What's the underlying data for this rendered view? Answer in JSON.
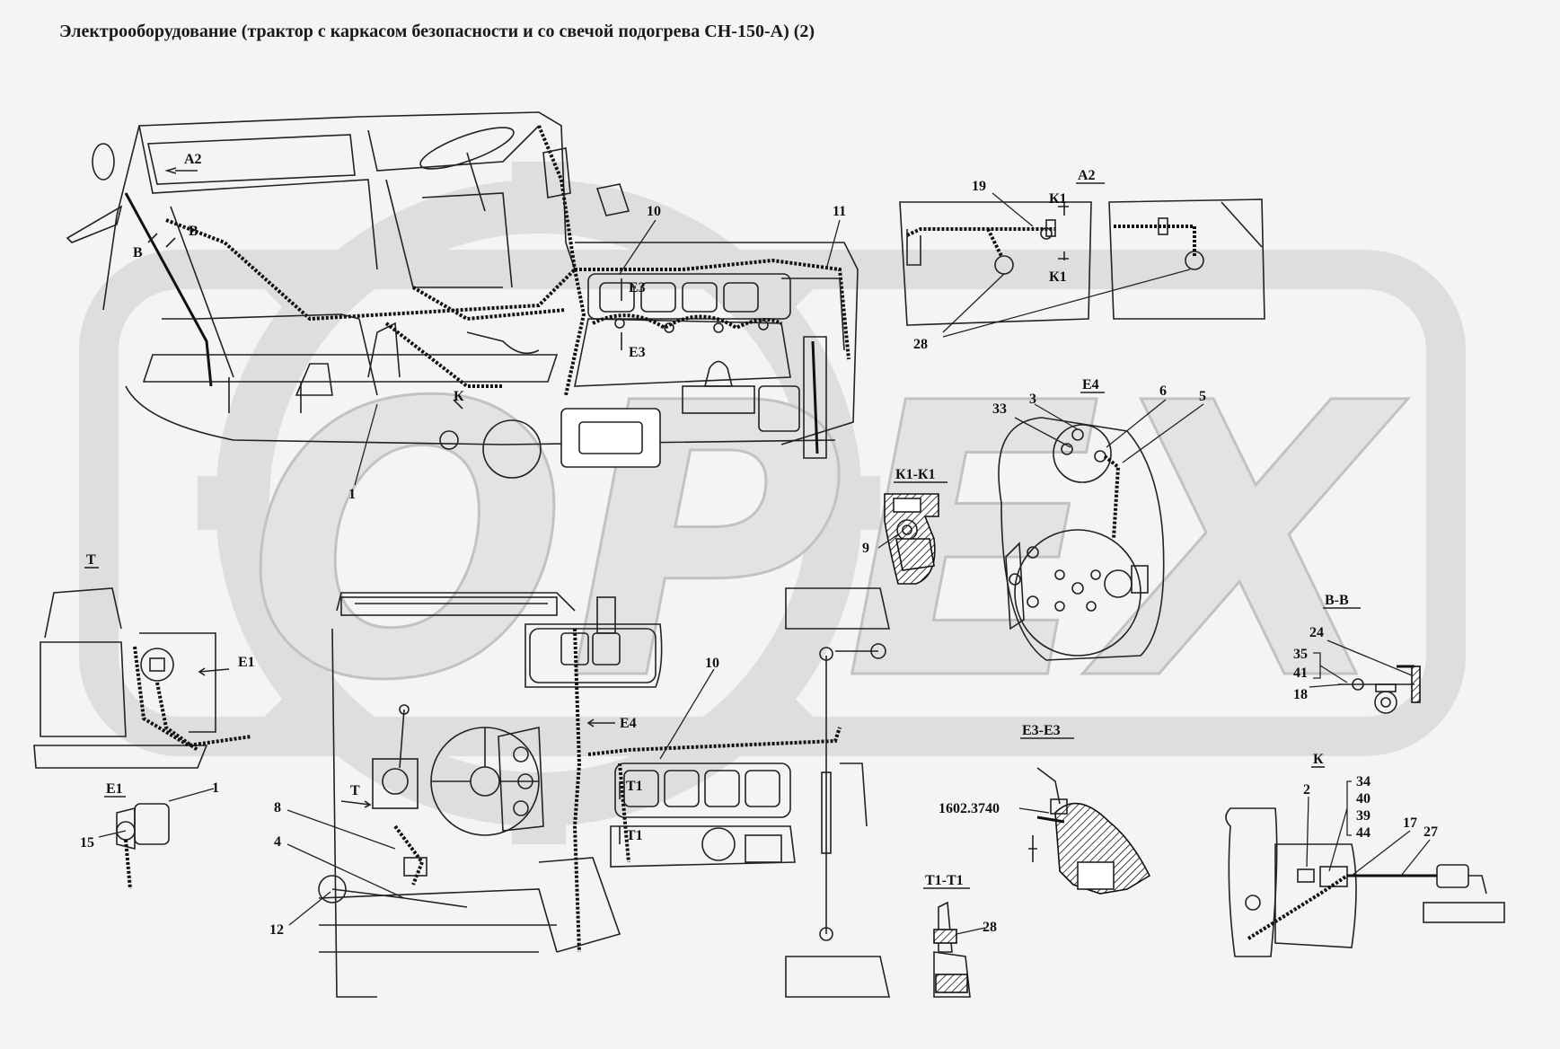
{
  "title": "Электрооборудование  (трактор с каркасом безопасности и со свечой подогрева СН-150-А) (2)",
  "watermark": {
    "text": "OPEX",
    "color": "#d9d9d9"
  },
  "views": {
    "main_top": {
      "labels": [
        "А2",
        "В",
        "В",
        "К",
        "Е3",
        "Е3"
      ]
    },
    "main_bottom": {
      "labels": [
        "Т",
        "Е4",
        "Т1",
        "Т1"
      ]
    },
    "a2": {
      "title": "А2",
      "labels": [
        "К1",
        "К1"
      ]
    },
    "e4": {
      "title": "Е4"
    },
    "k1k1": {
      "title": "К1-К1"
    },
    "t": {
      "title": "Т",
      "labels": [
        "Е1"
      ]
    },
    "e1": {
      "title": "Е1"
    },
    "vv": {
      "title": "В-В"
    },
    "k": {
      "title": "К"
    },
    "e3e3": {
      "title": "Е3-Е3",
      "part_number": "1602.3740"
    },
    "t1t1": {
      "title": "Т1-Т1"
    }
  },
  "callouts": [
    "1",
    "10",
    "11",
    "19",
    "28",
    "33",
    "3",
    "6",
    "5",
    "9",
    "24",
    "35",
    "41",
    "18",
    "34",
    "40",
    "39",
    "44",
    "2",
    "17",
    "27",
    "10",
    "8",
    "4",
    "12",
    "1",
    "15",
    "28"
  ]
}
